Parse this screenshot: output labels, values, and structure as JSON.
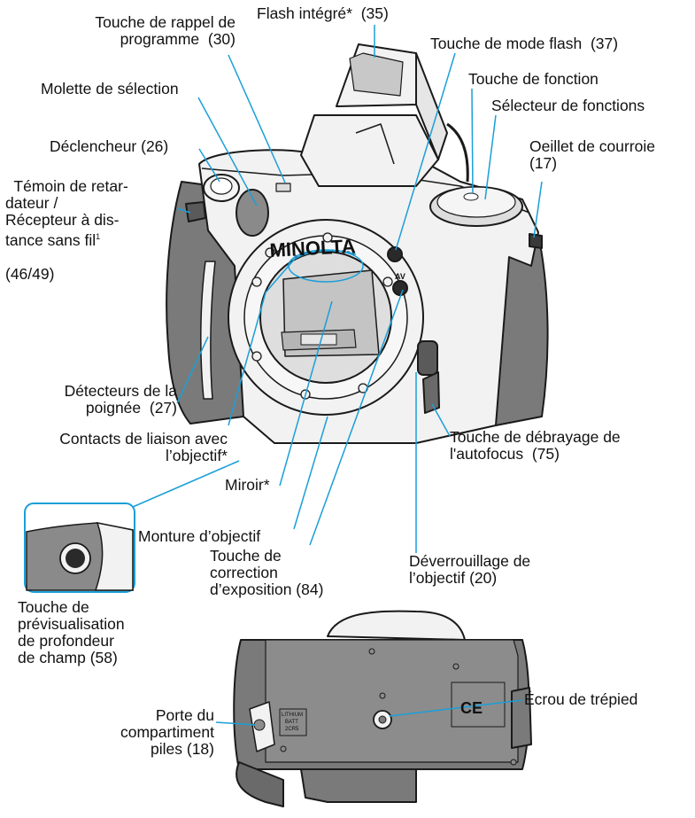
{
  "labels": {
    "program_reset": "Touche de rappel de\nprogramme  (30)",
    "builtin_flash": "Flash intégré*  (35)",
    "flash_mode": "Touche de mode flash  (37)",
    "control_dial": "Molette de sélection",
    "function_button": "Touche de fonction",
    "function_dial": "Sélecteur de fonctions",
    "shutter_release": "Déclencheur (26)",
    "strap_eyelet": "Oeillet de courroie\n(17)",
    "self_timer_lamp": "Témoin de retar-\ndateur /\nRécepteur à dis-\ntance sans fil",
    "self_timer_sup": "1",
    "self_timer_pages": "(46/49)",
    "grip_sensors": "Détecteurs de la\npoignée  (27)",
    "lens_contacts": "Contacts de liaison avec\nl’objectif*",
    "af_release": "Touche de débrayage de\nl'autofocus  (75)",
    "mirror": "Miroir*",
    "lens_mount": "Monture d’objectif",
    "exposure_comp": "Touche de\ncorrection\nd’exposition (84)",
    "lens_release": "Déverrouillage de\nl’objectif (20)",
    "dof_preview": "Touche de\nprévisualisation\nde profondeur\nde champ (58)",
    "battery_door": "Porte du\ncompartiment\npiles (18)",
    "tripod_socket": "Écrou de trépied"
  },
  "camera": {
    "brand": "MINOLTA",
    "av_mark": "AV",
    "battery_marking": "LITHIUM\nBATT\n2CR5",
    "ce_mark": "CE"
  },
  "colors": {
    "leader": "#1a9fd8",
    "body_gray": "#7a7a7a",
    "body_light": "#f2f2f2",
    "outline": "#1a1a1a"
  }
}
